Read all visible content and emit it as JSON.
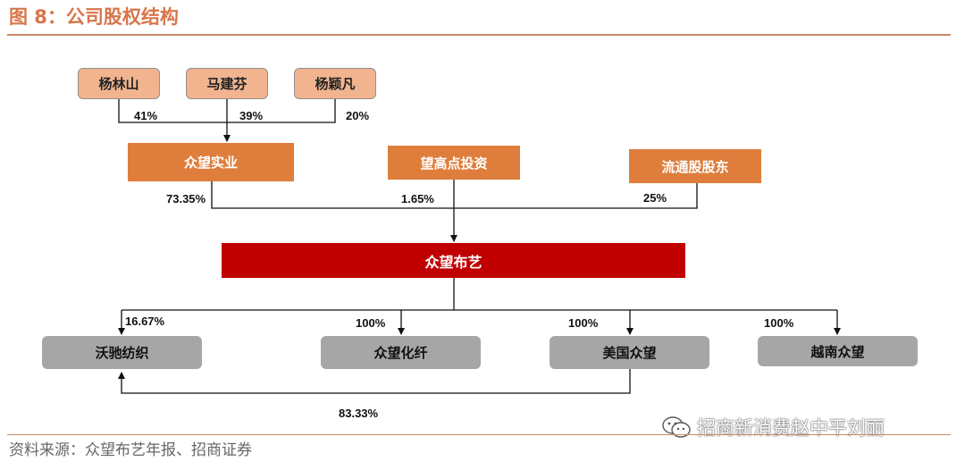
{
  "header": {
    "title": "图 8：公司股权结构"
  },
  "nodes": {
    "yang_linshan": "杨林山",
    "ma_jianfen": "马建芬",
    "yang_yingfan": "杨颖凡",
    "zhongwang_shiye": "众望实业",
    "wanggao_touzi": "望高点投资",
    "liutong_gudong": "流通股股东",
    "zhongwang_buyi": "众望布艺",
    "wochi_fangzhi": "沃驰纺织",
    "zhongwang_huaxian": "众望化纤",
    "meiguo_zhongwang": "美国众望",
    "yuenan_zhongwang": "越南众望"
  },
  "percentages": {
    "yang_linshan_to_shiye": "41%",
    "ma_jianfen_to_shiye": "39%",
    "yang_yingfan_to_shiye": "20%",
    "shiye_to_buyi": "73.35%",
    "wanggao_to_buyi": "1.65%",
    "liutong_to_buyi": "25%",
    "buyi_to_wochi": "16.67%",
    "buyi_to_huaxian": "100%",
    "buyi_to_meiguo": "100%",
    "buyi_to_yuenan": "100%",
    "meiguo_to_wochi": "83.33%"
  },
  "footer": {
    "source": "资料来源：众望布艺年报、招商证券",
    "watermark": "招商新消费赵中平刘丽",
    "watermark_icon": "wechat-icon"
  },
  "colors": {
    "title": "#D9754A",
    "person_box": "#F1B48F",
    "holder_box": "#DF7E3C",
    "main_box": "#C00000",
    "subsidiary_box": "#A6A6A6"
  }
}
